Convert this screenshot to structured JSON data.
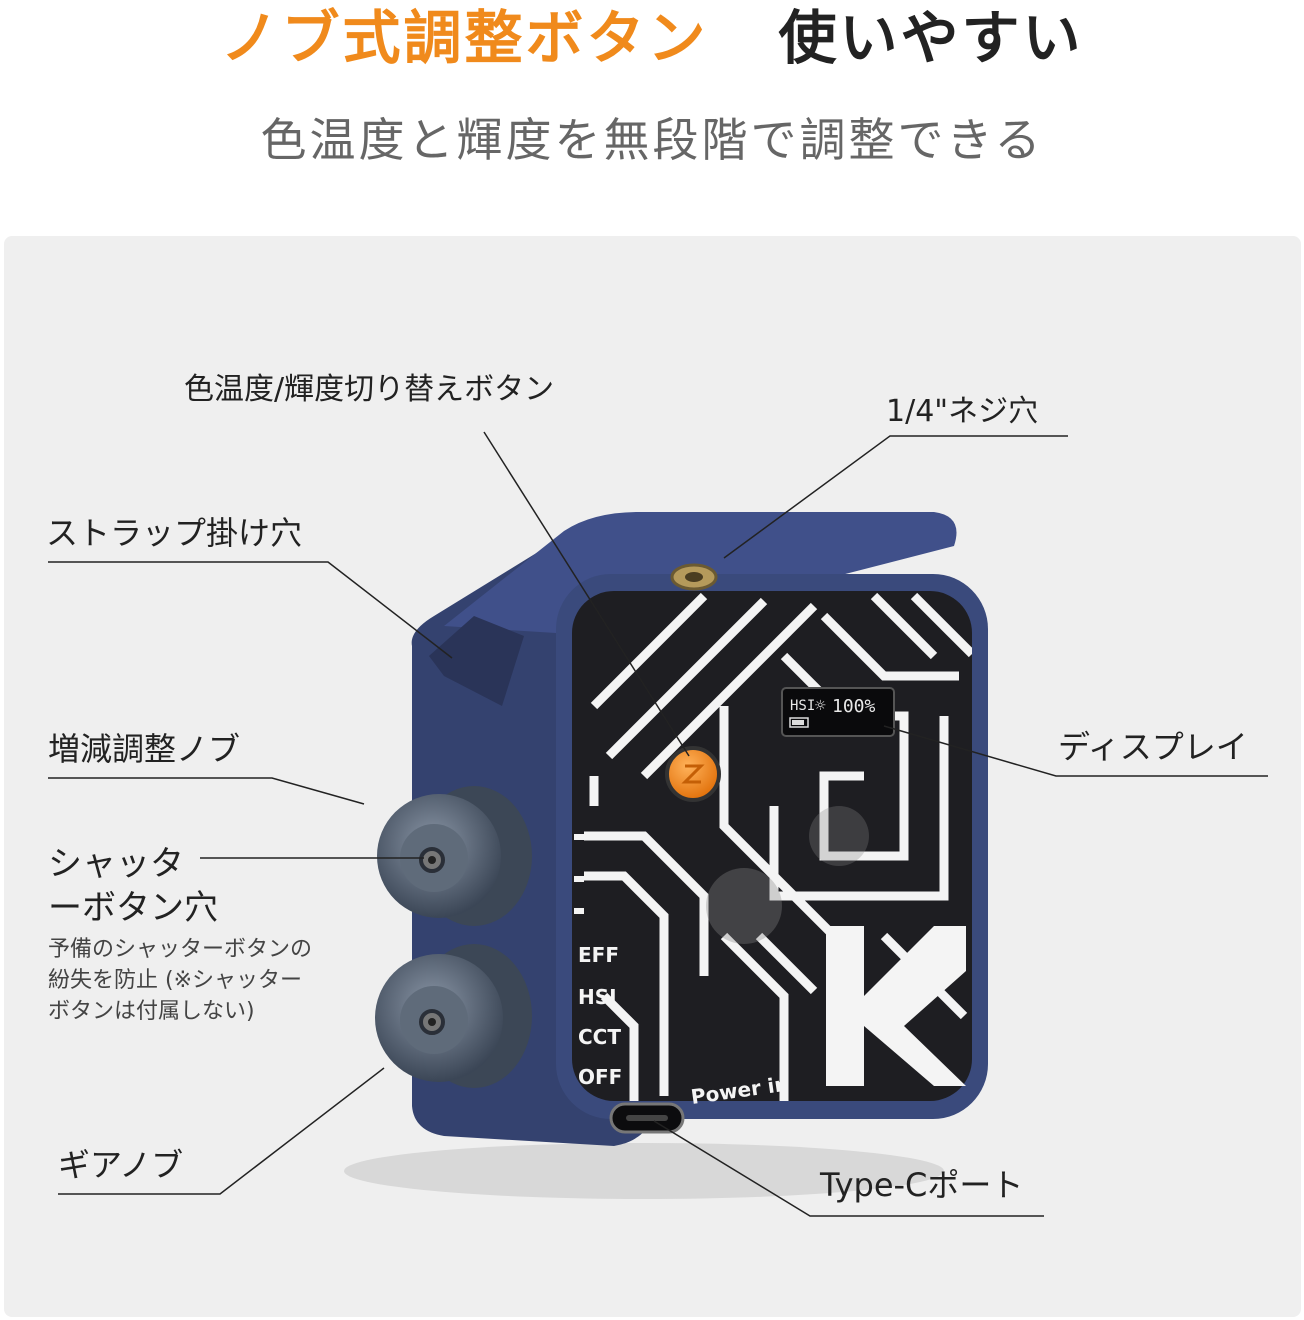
{
  "header": {
    "title_orange": "ノブ式調整ボタン",
    "title_dark": "使いやすい",
    "subtitle": "色温度と輝度を無段階で調整できる"
  },
  "callouts": {
    "mode_button": "色温度/輝度切り替えボタン",
    "screw_hole": "1/4\"ネジ穴",
    "strap_hole": "ストラップ掛け穴",
    "knob": "増減調整ノブ",
    "display": "ディスプレイ",
    "shutter_line1": "シャッタ",
    "shutter_line2": "ーボタン穴",
    "shutter_note_1": "予備のシャッターボタンの",
    "shutter_note_2": "紛失を防止 (※シャッター",
    "shutter_note_3": "ボタンは付属しない)",
    "gear_knob": "ギアノブ",
    "typec": "Type-Cポート"
  },
  "device": {
    "display_mode": "HSI",
    "display_value": "100%",
    "modes": [
      "EFF",
      "HSI",
      "CCT",
      "OFF"
    ],
    "power_label": "Power in",
    "colors": {
      "body": "#3a4a7c",
      "face": "#1e1e22",
      "accent": "#f08a1c"
    }
  }
}
